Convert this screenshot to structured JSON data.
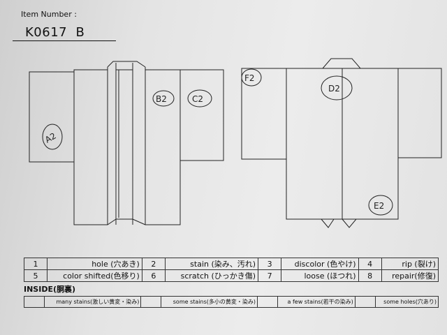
{
  "header": {
    "item_number_label": "Item Number :",
    "item_code": "K0617  B"
  },
  "marks": {
    "front": [
      {
        "label": "A2"
      },
      {
        "label": "B2"
      },
      {
        "label": "C2"
      }
    ],
    "back": [
      {
        "label": "F2"
      },
      {
        "label": "D2"
      },
      {
        "label": "E2"
      }
    ]
  },
  "legend": {
    "rows": [
      [
        {
          "num": "1",
          "label": "hole (穴あき)"
        },
        {
          "num": "2",
          "label": "stain (染み、汚れ)"
        },
        {
          "num": "3",
          "label": "discolor (色やけ)"
        },
        {
          "num": "4",
          "label": "rip (裂け)"
        }
      ],
      [
        {
          "num": "5",
          "label": "color shifted(色移り)"
        },
        {
          "num": "6",
          "label": "scratch (ひっかき傷)"
        },
        {
          "num": "7",
          "label": "loose (ほつれ)"
        },
        {
          "num": "8",
          "label": "repair(修復)"
        }
      ]
    ]
  },
  "inside": {
    "label": "INSIDE(胴裏)",
    "items": [
      "many stains(激しい黄変・染み)",
      "some stains(多小の黄変・染み)",
      "a few stains(若干の染み)",
      "some holes(穴あり)"
    ]
  }
}
